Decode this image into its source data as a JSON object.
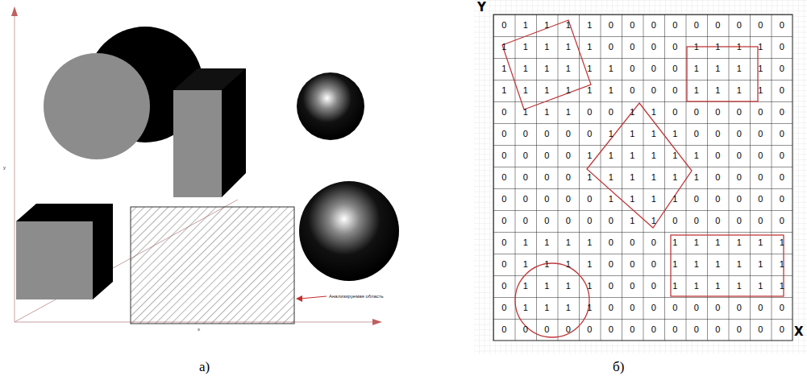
{
  "diagram": {
    "labels": [
      "а)",
      "б)",
      "Y",
      "X",
      "у",
      "х",
      "Анализируемая область",
      "0",
      "1",
      "1",
      "1",
      "1",
      "0",
      "0",
      "0",
      "0",
      "0",
      "0",
      "0",
      "0",
      "0",
      "1",
      "1",
      "1",
      "1",
      "1",
      "0",
      "0",
      "0",
      "0",
      "1",
      "1",
      "1",
      "1",
      "0",
      "1",
      "1",
      "1",
      "1",
      "1",
      "1",
      "0",
      "0",
      "0",
      "1",
      "1",
      "1",
      "1",
      "0",
      "1",
      "1",
      "1",
      "1",
      "1",
      "1",
      "0",
      "0",
      "0",
      "1",
      "1",
      "1",
      "1",
      "0",
      "0",
      "1",
      "1",
      "1",
      "0",
      "0",
      "1",
      "1",
      "0",
      "0",
      "0",
      "0",
      "0",
      "0",
      "0",
      "0",
      "0",
      "0",
      "0",
      "1",
      "1",
      "1",
      "1",
      "0",
      "0",
      "0",
      "0",
      "0",
      "0",
      "0",
      "0",
      "0",
      "1",
      "1",
      "1",
      "1",
      "1",
      "1",
      "0",
      "0",
      "0",
      "0",
      "0",
      "0",
      "0",
      "0",
      "1",
      "1",
      "1",
      "1",
      "1",
      "1",
      "0",
      "0",
      "0",
      "0",
      "0",
      "0",
      "0",
      "0",
      "0",
      "1",
      "1",
      "1",
      "1",
      "0",
      "0",
      "0",
      "0",
      "0",
      "0",
      "0",
      "0",
      "0",
      "0",
      "0",
      "1",
      "1",
      "0",
      "0",
      "0",
      "0",
      "0",
      "0",
      "0",
      "1",
      "1",
      "1",
      "1",
      "0",
      "0",
      "0",
      "1",
      "1",
      "1",
      "1",
      "1",
      "1",
      "0",
      "1",
      "1",
      "1",
      "1",
      "0",
      "0",
      "0",
      "1",
      "1",
      "1",
      "1",
      "1",
      "1",
      "0",
      "1",
      "1",
      "1",
      "1",
      "0",
      "0",
      "0",
      "1",
      "1",
      "1",
      "1",
      "1",
      "1",
      "0",
      "1",
      "1",
      "1",
      "1",
      "0",
      "0",
      "0",
      "0",
      "0",
      "0",
      "0",
      "0",
      "0",
      "0",
      "0",
      "0",
      "0",
      "0",
      "0",
      "0",
      "0",
      "0",
      "0",
      "0",
      "0",
      "0",
      "0"
    ]
  }
}
